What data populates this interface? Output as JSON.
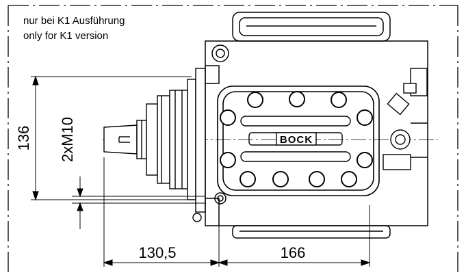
{
  "note": {
    "line1": "nur bei K1 Ausführung",
    "line2": "only for K1 version"
  },
  "brand": "BOCK",
  "dimensions": {
    "height": "136",
    "thread": "2xM10",
    "width_left": "130,5",
    "width_right": "166"
  }
}
